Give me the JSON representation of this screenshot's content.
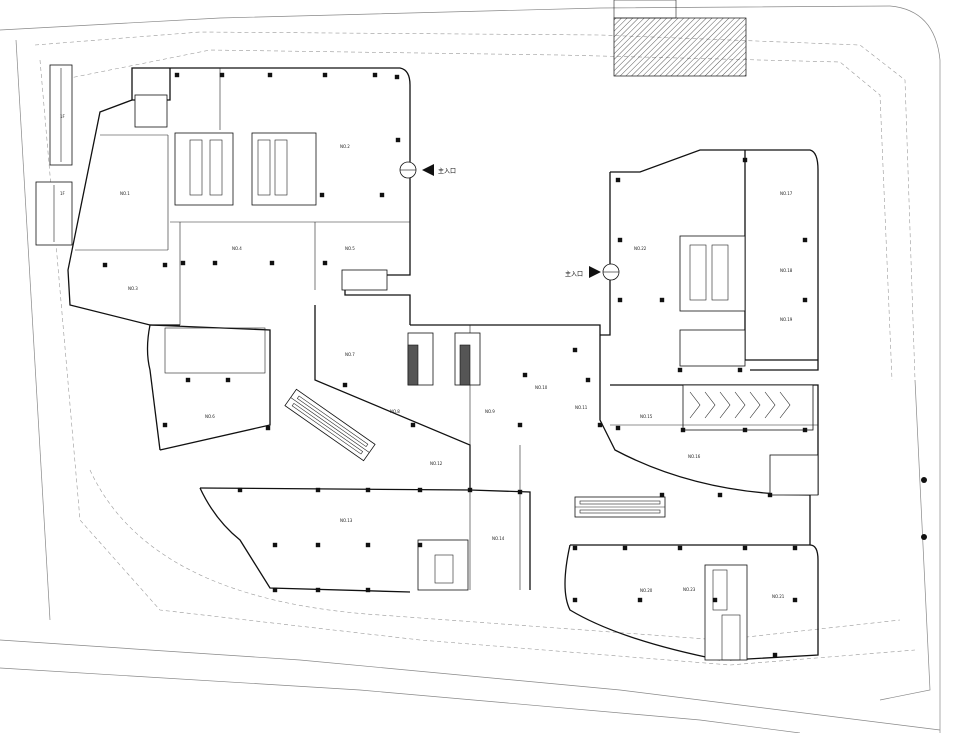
{
  "drawing": {
    "entrances": [
      {
        "id": "north",
        "label": "主入口"
      },
      {
        "id": "east",
        "label": "主入口"
      }
    ],
    "zone_labels": [
      {
        "id": "t1",
        "text": "1F"
      },
      {
        "id": "t2",
        "text": "1F"
      },
      {
        "id": "a1",
        "text": "NO.1"
      },
      {
        "id": "a2",
        "text": "NO.2"
      },
      {
        "id": "a3",
        "text": "NO.3"
      },
      {
        "id": "a4",
        "text": "NO.4"
      },
      {
        "id": "a5",
        "text": "NO.5"
      },
      {
        "id": "a6",
        "text": "NO.6"
      },
      {
        "id": "a7",
        "text": "NO.7"
      },
      {
        "id": "a8",
        "text": "NO.8"
      },
      {
        "id": "a9",
        "text": "NO.9"
      },
      {
        "id": "a10",
        "text": "NO.10"
      },
      {
        "id": "a11",
        "text": "NO.11"
      },
      {
        "id": "a12",
        "text": "NO.12"
      },
      {
        "id": "a13",
        "text": "NO.13"
      },
      {
        "id": "a14",
        "text": "NO.14"
      },
      {
        "id": "a15",
        "text": "NO.15"
      },
      {
        "id": "a16",
        "text": "NO.16"
      },
      {
        "id": "a17",
        "text": "NO.17"
      },
      {
        "id": "a18",
        "text": "NO.18"
      },
      {
        "id": "a19",
        "text": "NO.19"
      },
      {
        "id": "a20",
        "text": "NO.20"
      },
      {
        "id": "a21",
        "text": "NO.21"
      },
      {
        "id": "a22",
        "text": "NO.22"
      },
      {
        "id": "a23",
        "text": "NO.23"
      }
    ]
  }
}
